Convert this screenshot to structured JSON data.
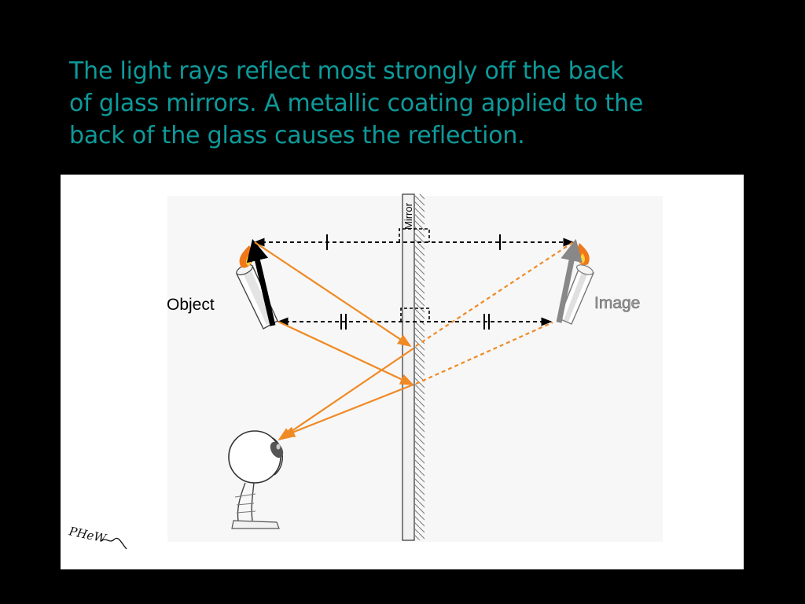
{
  "caption": {
    "lines": [
      "The light rays reflect most strongly off the back",
      "of glass mirrors. A metallic coating applied to the",
      "back of the glass causes the reflection."
    ],
    "color": "#0e9a9a"
  },
  "diagram": {
    "mirror_label": "Mirror",
    "object_label": "Object",
    "image_label": "Image",
    "signature_text": "PHeW",
    "colors": {
      "ray": "#f08a24",
      "object_arrow": "#000000",
      "image_arrow": "#888888",
      "image_label": "#999999",
      "flame": "#f07818",
      "flame_inner": "#ffd23c"
    }
  }
}
